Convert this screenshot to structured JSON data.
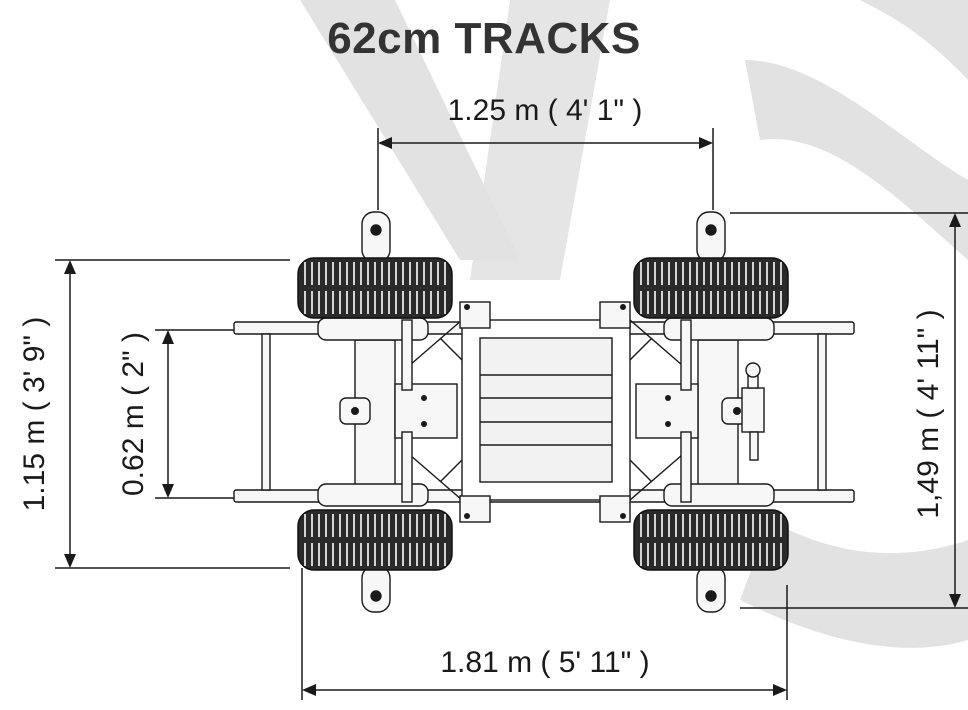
{
  "title": "62cm TRACKS",
  "dimensions": {
    "top_width": "1.25 m ( 4' 1\" )",
    "bottom_width": "1.81 m ( 5' 11\" )",
    "left_outer": "1.15 m ( 3' 9\" )",
    "left_inner": "0.62 m ( 2\" )",
    "right_length": "1,49 m ( 4' 11\" )"
  },
  "colors": {
    "line": "#1a1a1a",
    "watermark": "#e2e2e2",
    "frame_fill": "#f7f7f7"
  }
}
